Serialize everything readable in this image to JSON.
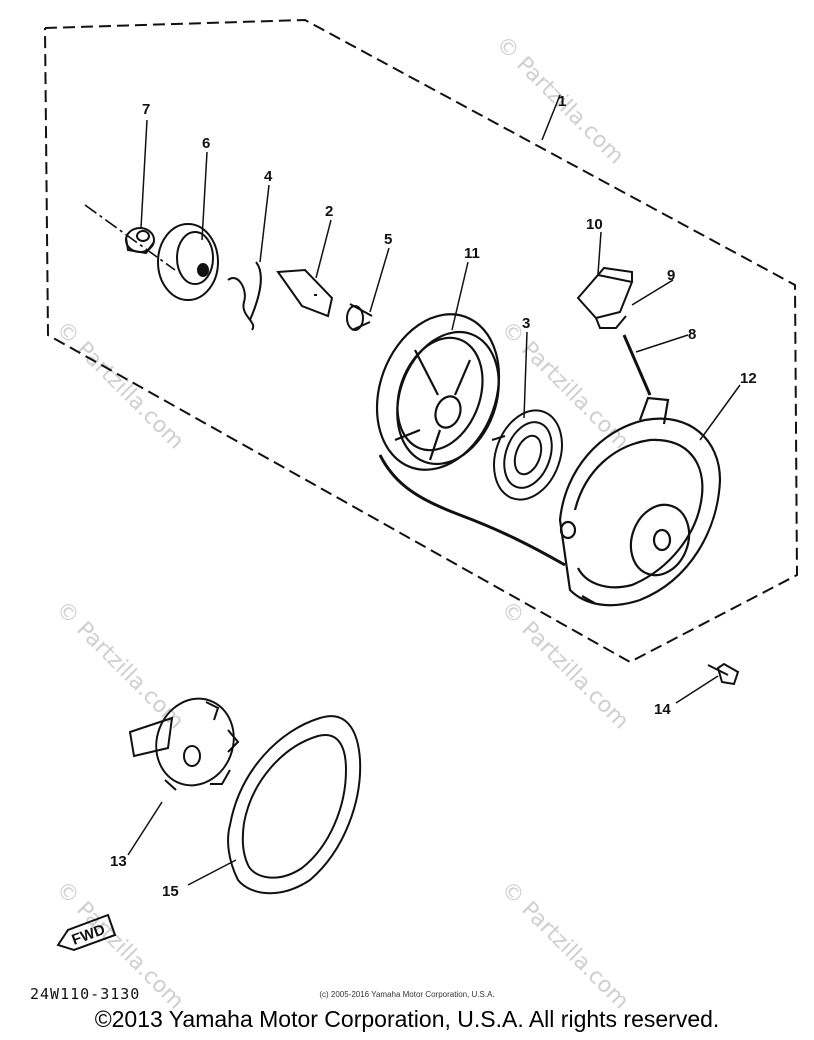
{
  "callouts": {
    "c1": "1",
    "c2": "2",
    "c3": "3",
    "c4": "4",
    "c5": "5",
    "c6": "6",
    "c7": "7",
    "c8": "8",
    "c9": "9",
    "c10": "10",
    "c11": "11",
    "c12": "12",
    "c13": "13",
    "c14": "14",
    "c15": "15"
  },
  "fwd_label": "FWD",
  "part_code": "24W110-3130",
  "small_copyright": "(c) 2005-2016 Yamaha Motor Corporation, U.S.A.",
  "copyright": "©2013 Yamaha Motor Corporation, U.S.A. All rights reserved.",
  "watermark": "© Partzilla.com"
}
